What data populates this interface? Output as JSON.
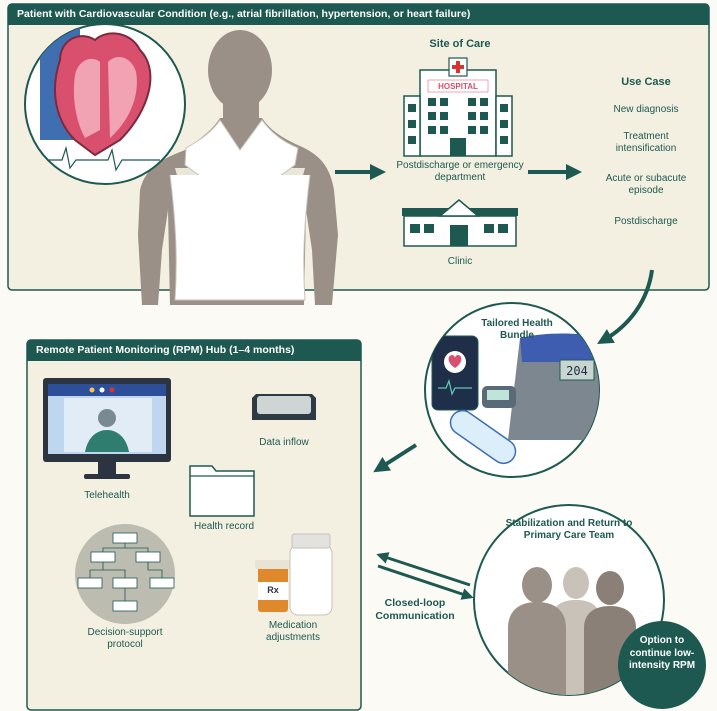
{
  "patient_panel": {
    "title": "Patient with Cardiovascular Condition (e.g., atrial fibrillation, hypertension, or heart failure)"
  },
  "site_of_care": {
    "heading": "Site of Care",
    "hospital_sign": "HOSPITAL",
    "hospital_label": "Postdischarge or emergency department",
    "clinic_label": "Clinic"
  },
  "use_case": {
    "heading": "Use Case",
    "items": [
      "New diagnosis",
      "Treatment intensification",
      "Acute or subacute episode",
      "Postdischarge"
    ]
  },
  "health_bundle": {
    "heading": "Tailored Health Bundle",
    "scale_display": "204"
  },
  "rpm_hub": {
    "title": "Remote Patient Monitoring (RPM) Hub (1–4 months)",
    "telehealth": "Telehealth",
    "data_inflow": "Data inflow",
    "health_record": "Health record",
    "decision_support": "Decision-support protocol",
    "medication": "Medication adjustments",
    "rx_label": "Rx"
  },
  "communication": {
    "label": "Closed-loop Communication"
  },
  "stabilization": {
    "heading": "Stabilization and Return to Primary Care Team",
    "option": "Option to continue low-intensity RPM"
  },
  "colors": {
    "teal": "#1d5950",
    "panel_bg": "#f3f0e2",
    "heart_pink": "#d9506f",
    "silhouette": "#9a9088"
  }
}
